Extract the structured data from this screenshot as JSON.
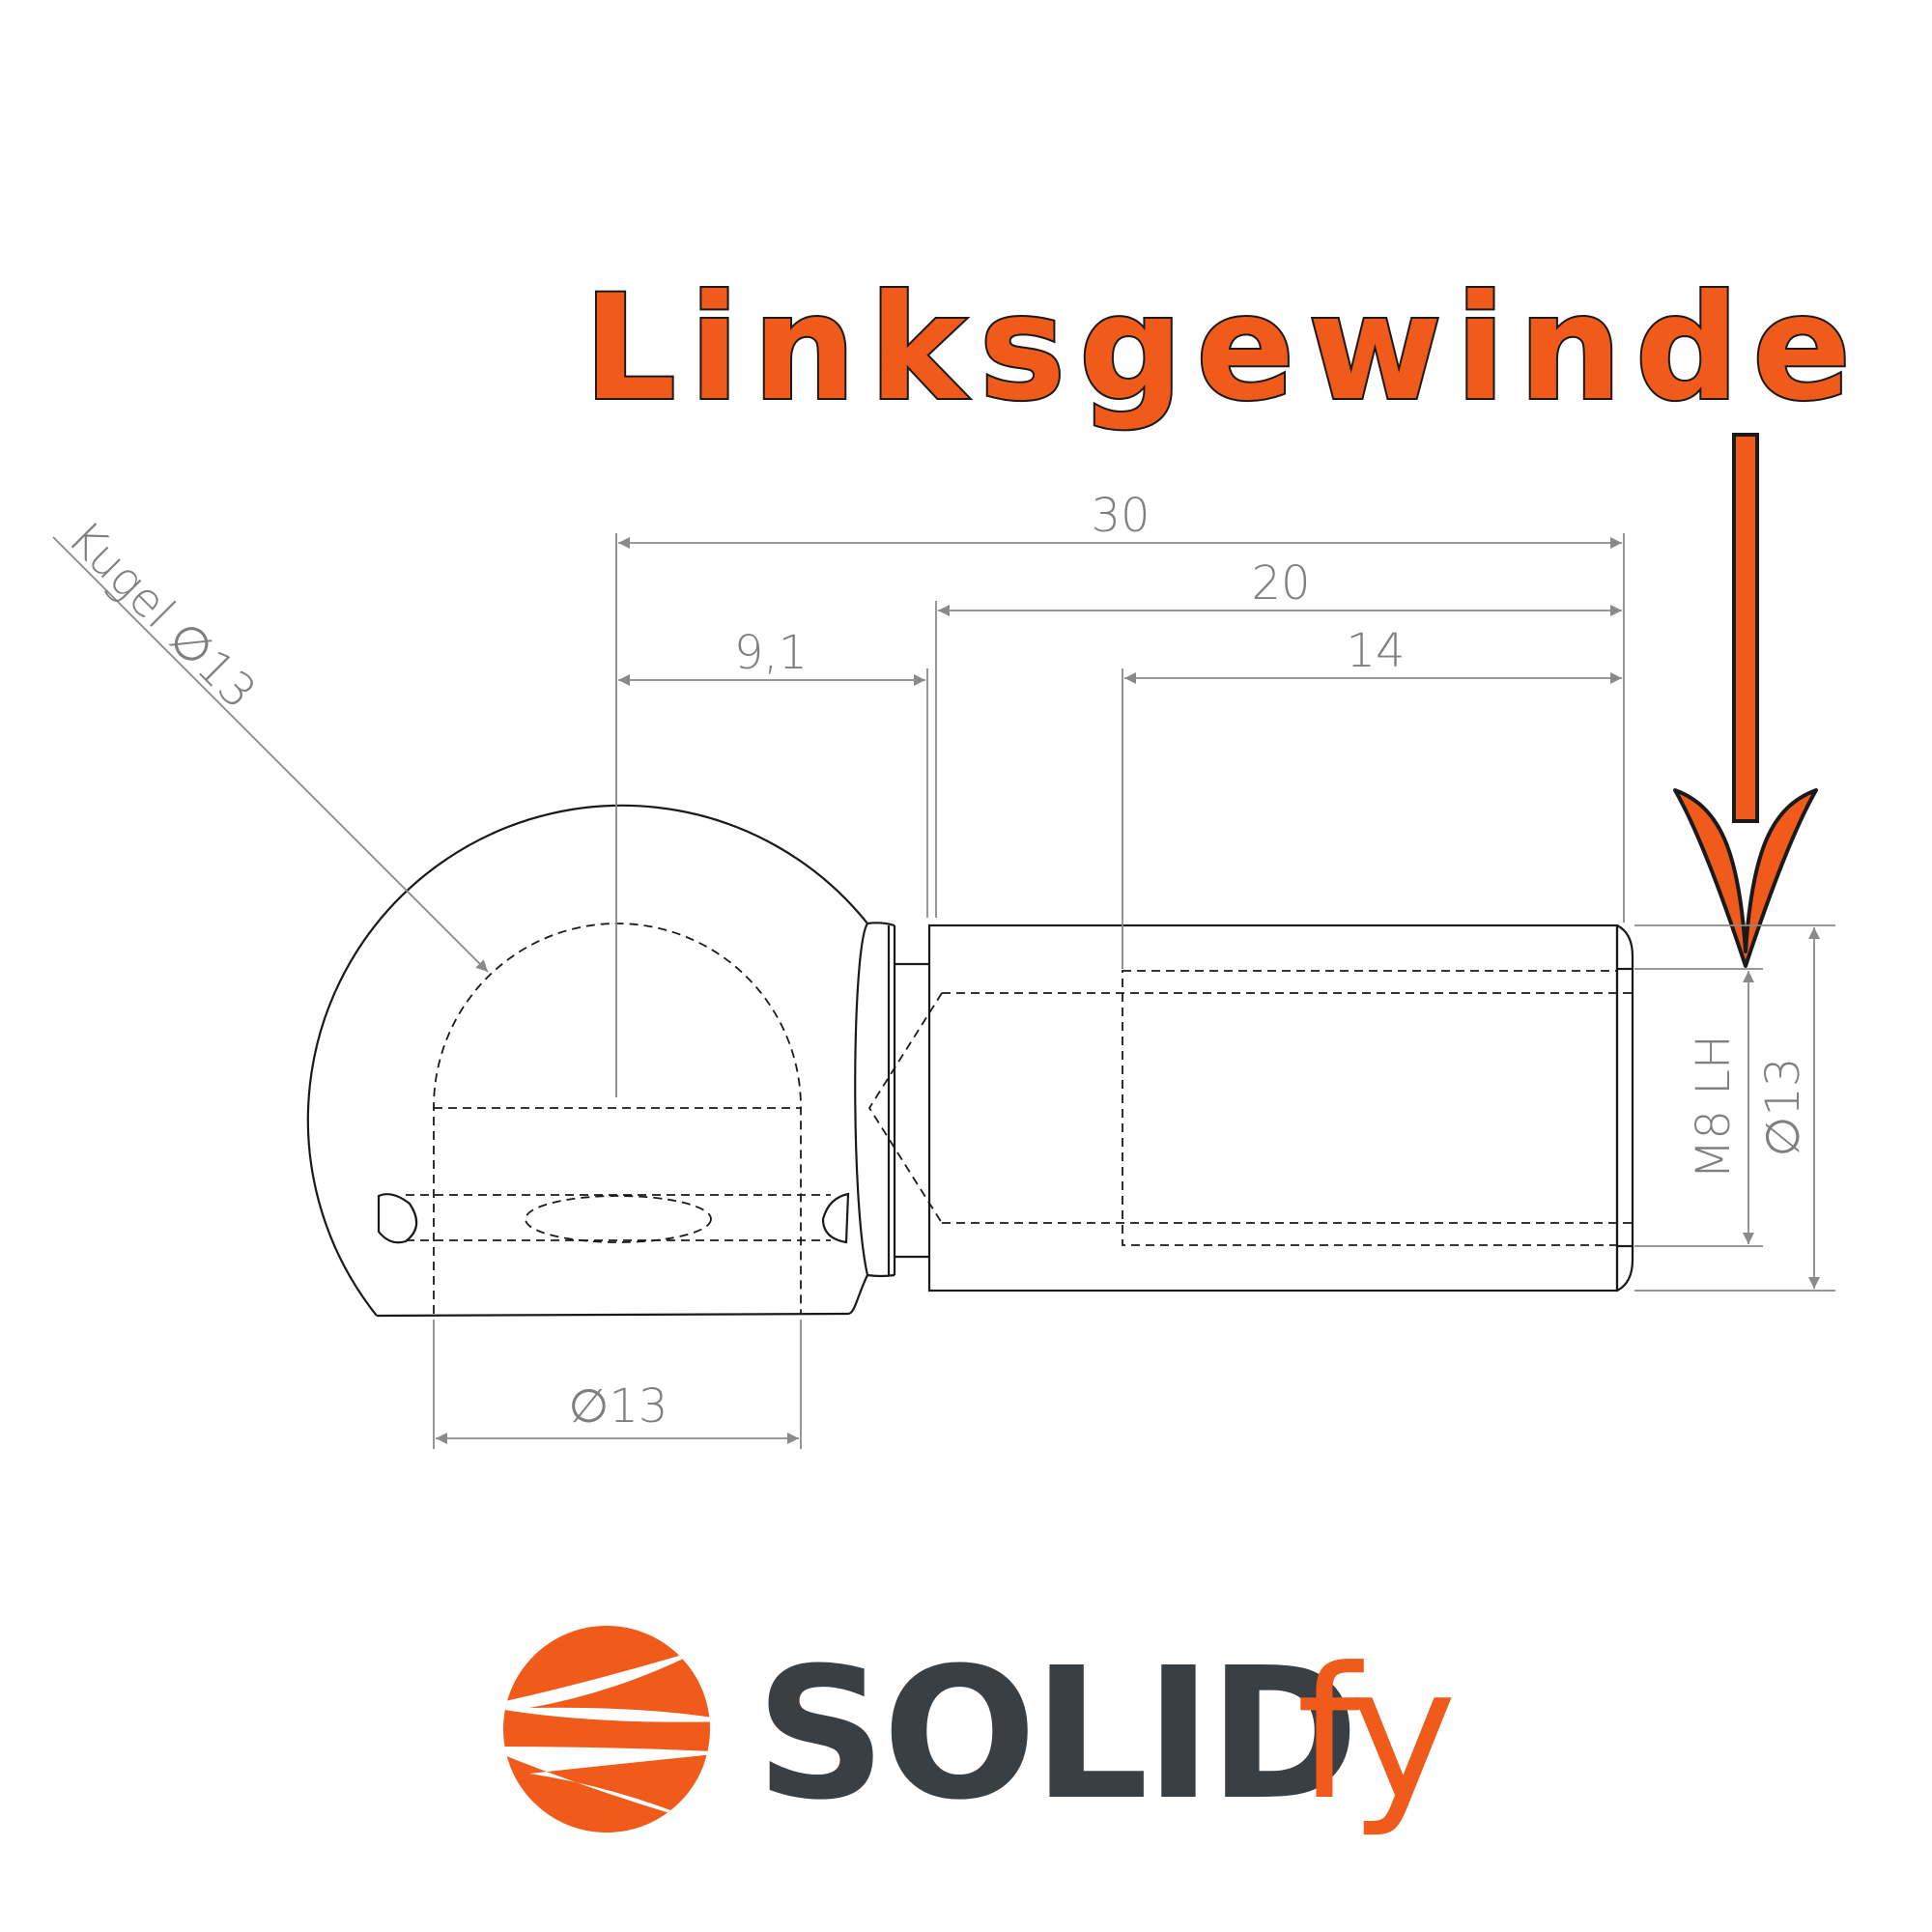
{
  "callout": {
    "text": "Linksgewinde",
    "color": "#f05a1a"
  },
  "dimensions": {
    "overall_length": "30",
    "thread_length": "20",
    "thread_depth": "14",
    "ball_offset": "9,1",
    "ball_label": "Kugel ∅13",
    "ball_diameter": "∅13",
    "thread_size": "M8 LH",
    "shank_diameter": "∅13"
  },
  "brand": {
    "name_part1": "SOLID",
    "name_part2": "fy",
    "primary_color": "#f05a1a",
    "text_color": "#3a3f44",
    "logo_icon": "orange-sphere-logo-icon"
  }
}
